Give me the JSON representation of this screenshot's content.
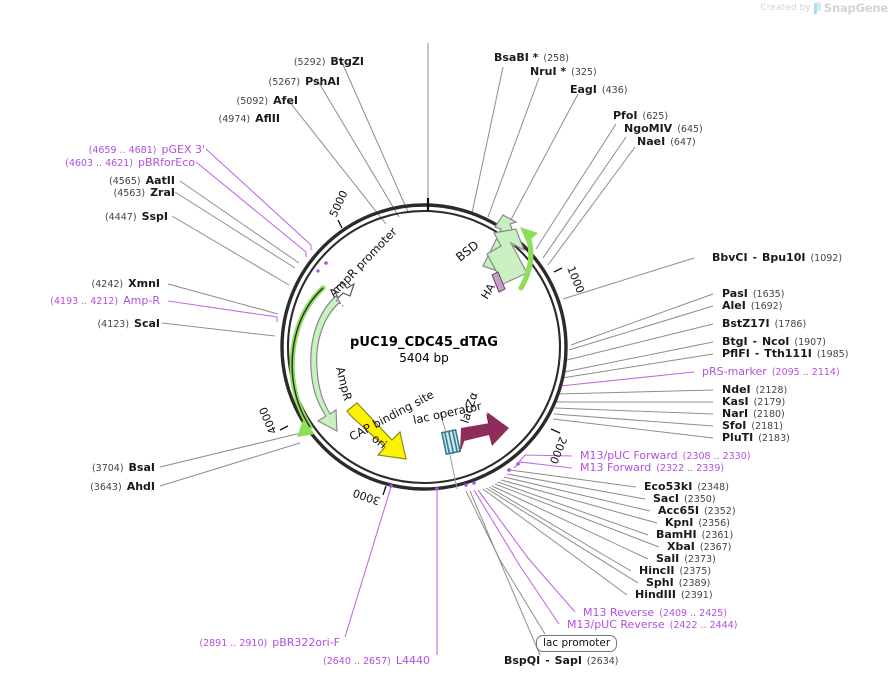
{
  "watermark": {
    "prefix": "Created by",
    "brand": "SnapGene"
  },
  "plasmid": {
    "name": "pUC19_CDC45_dTAG",
    "size": "5404 bp",
    "ruler_ticks": [
      "1000",
      "2000",
      "3000",
      "4000",
      "5000"
    ],
    "colors": {
      "backbone": "#2b2b2b",
      "cds_green": "#c9f0c0",
      "cds_green_outline": "#8a8a8a",
      "promoter_arrow": "#8ede5a",
      "ori_yellow": "#fdf200",
      "lacz_magenta": "#8e2d5b",
      "ha_purple": "#c6a0c6",
      "operator_teal": "#2f7f8f",
      "site_text": "#1a1a1a",
      "feature_text": "#b24fe0"
    },
    "features": [
      {
        "name": "BSD",
        "type": "cds"
      },
      {
        "name": "HA",
        "type": "tag"
      },
      {
        "name": "AmpR promoter",
        "type": "promoter"
      },
      {
        "name": "AmpR",
        "type": "cds"
      },
      {
        "name": "ori",
        "type": "rep_origin"
      },
      {
        "name": "CAP binding site",
        "type": "protein_bind"
      },
      {
        "name": "lac operator",
        "type": "protein_bind"
      },
      {
        "name": "lacZα",
        "type": "cds"
      },
      {
        "name": "lac promoter",
        "type": "promoter",
        "boxed": true
      }
    ]
  },
  "labels": {
    "top": [
      {
        "pos": "(5292)",
        "name": "BtgZI"
      },
      {
        "pos": "(5267)",
        "name": "PshAI"
      },
      {
        "pos": "(5092)",
        "name": "AfeI"
      },
      {
        "pos": "(4974)",
        "name": "AflII"
      },
      {
        "pos": "(258)",
        "name": "BsaBI *"
      },
      {
        "pos": "(325)",
        "name": "NruI *"
      },
      {
        "pos": "(436)",
        "name": "EagI"
      },
      {
        "pos": "(625)",
        "name": "PfoI"
      },
      {
        "pos": "(645)",
        "name": "NgoMIV"
      },
      {
        "pos": "(647)",
        "name": "NaeI"
      }
    ],
    "left": [
      {
        "pos": "(4659 .. 4681)",
        "name": "pGEX 3'",
        "purple": true
      },
      {
        "pos": "(4603 .. 4621)",
        "name": "pBRforEco",
        "purple": true
      },
      {
        "pos": "(4565)",
        "name": "AatII"
      },
      {
        "pos": "(4563)",
        "name": "ZraI"
      },
      {
        "pos": "(4447)",
        "name": "SspI"
      },
      {
        "pos": "(4242)",
        "name": "XmnI"
      },
      {
        "pos": "(4193 .. 4212)",
        "name": "Amp-R",
        "purple": true
      },
      {
        "pos": "(4123)",
        "name": "ScaI"
      },
      {
        "pos": "(3704)",
        "name": "BsaI"
      },
      {
        "pos": "(3643)",
        "name": "AhdI"
      }
    ],
    "bottom_left": [
      {
        "pos": "(2891 .. 2910)",
        "name": "pBR322ori-F",
        "purple": true
      },
      {
        "pos": "(2640 .. 2657)",
        "name": "L4440",
        "purple": true
      }
    ],
    "right": [
      {
        "name": "BbvCI",
        "name2": "Bpu10I",
        "pos": "(1092)"
      },
      {
        "name": "PasI",
        "pos": "(1635)"
      },
      {
        "name": "AleI",
        "pos": "(1692)"
      },
      {
        "name": "BstZ17I",
        "pos": "(1786)"
      },
      {
        "name": "BtgI",
        "name2": "NcoI",
        "pos": "(1907)"
      },
      {
        "name": "PflFI",
        "name2": "Tth111I",
        "pos": "(1985)"
      },
      {
        "name": "pRS-marker",
        "pos": "(2095 .. 2114)",
        "purple": true
      },
      {
        "name": "NdeI",
        "pos": "(2128)"
      },
      {
        "name": "KasI",
        "pos": "(2179)"
      },
      {
        "name": "NarI",
        "pos": "(2180)"
      },
      {
        "name": "SfoI",
        "pos": "(2181)"
      },
      {
        "name": "PluTI",
        "pos": "(2183)"
      },
      {
        "name": "M13/pUC Forward",
        "pos": "(2308 .. 2330)",
        "purple": true
      },
      {
        "name": "M13 Forward",
        "pos": "(2322 .. 2339)",
        "purple": true
      },
      {
        "name": "Eco53kI",
        "pos": "(2348)"
      },
      {
        "name": "SacI",
        "pos": "(2350)"
      },
      {
        "name": "Acc65I",
        "pos": "(2352)"
      },
      {
        "name": "KpnI",
        "pos": "(2356)"
      },
      {
        "name": "BamHI",
        "pos": "(2361)"
      },
      {
        "name": "XbaI",
        "pos": "(2367)"
      },
      {
        "name": "SalI",
        "pos": "(2373)"
      },
      {
        "name": "HincII",
        "pos": "(2375)"
      },
      {
        "name": "SphI",
        "pos": "(2389)"
      },
      {
        "name": "HindIII",
        "pos": "(2391)"
      },
      {
        "name": "M13 Reverse",
        "pos": "(2409 .. 2425)",
        "purple": true
      },
      {
        "name": "M13/pUC Reverse",
        "pos": "(2422 .. 2444)",
        "purple": true
      }
    ],
    "boxed": {
      "name": "lac promoter"
    },
    "bottom": [
      {
        "name": "BspQI",
        "name2": "SapI",
        "pos": "(2634)"
      }
    ]
  }
}
